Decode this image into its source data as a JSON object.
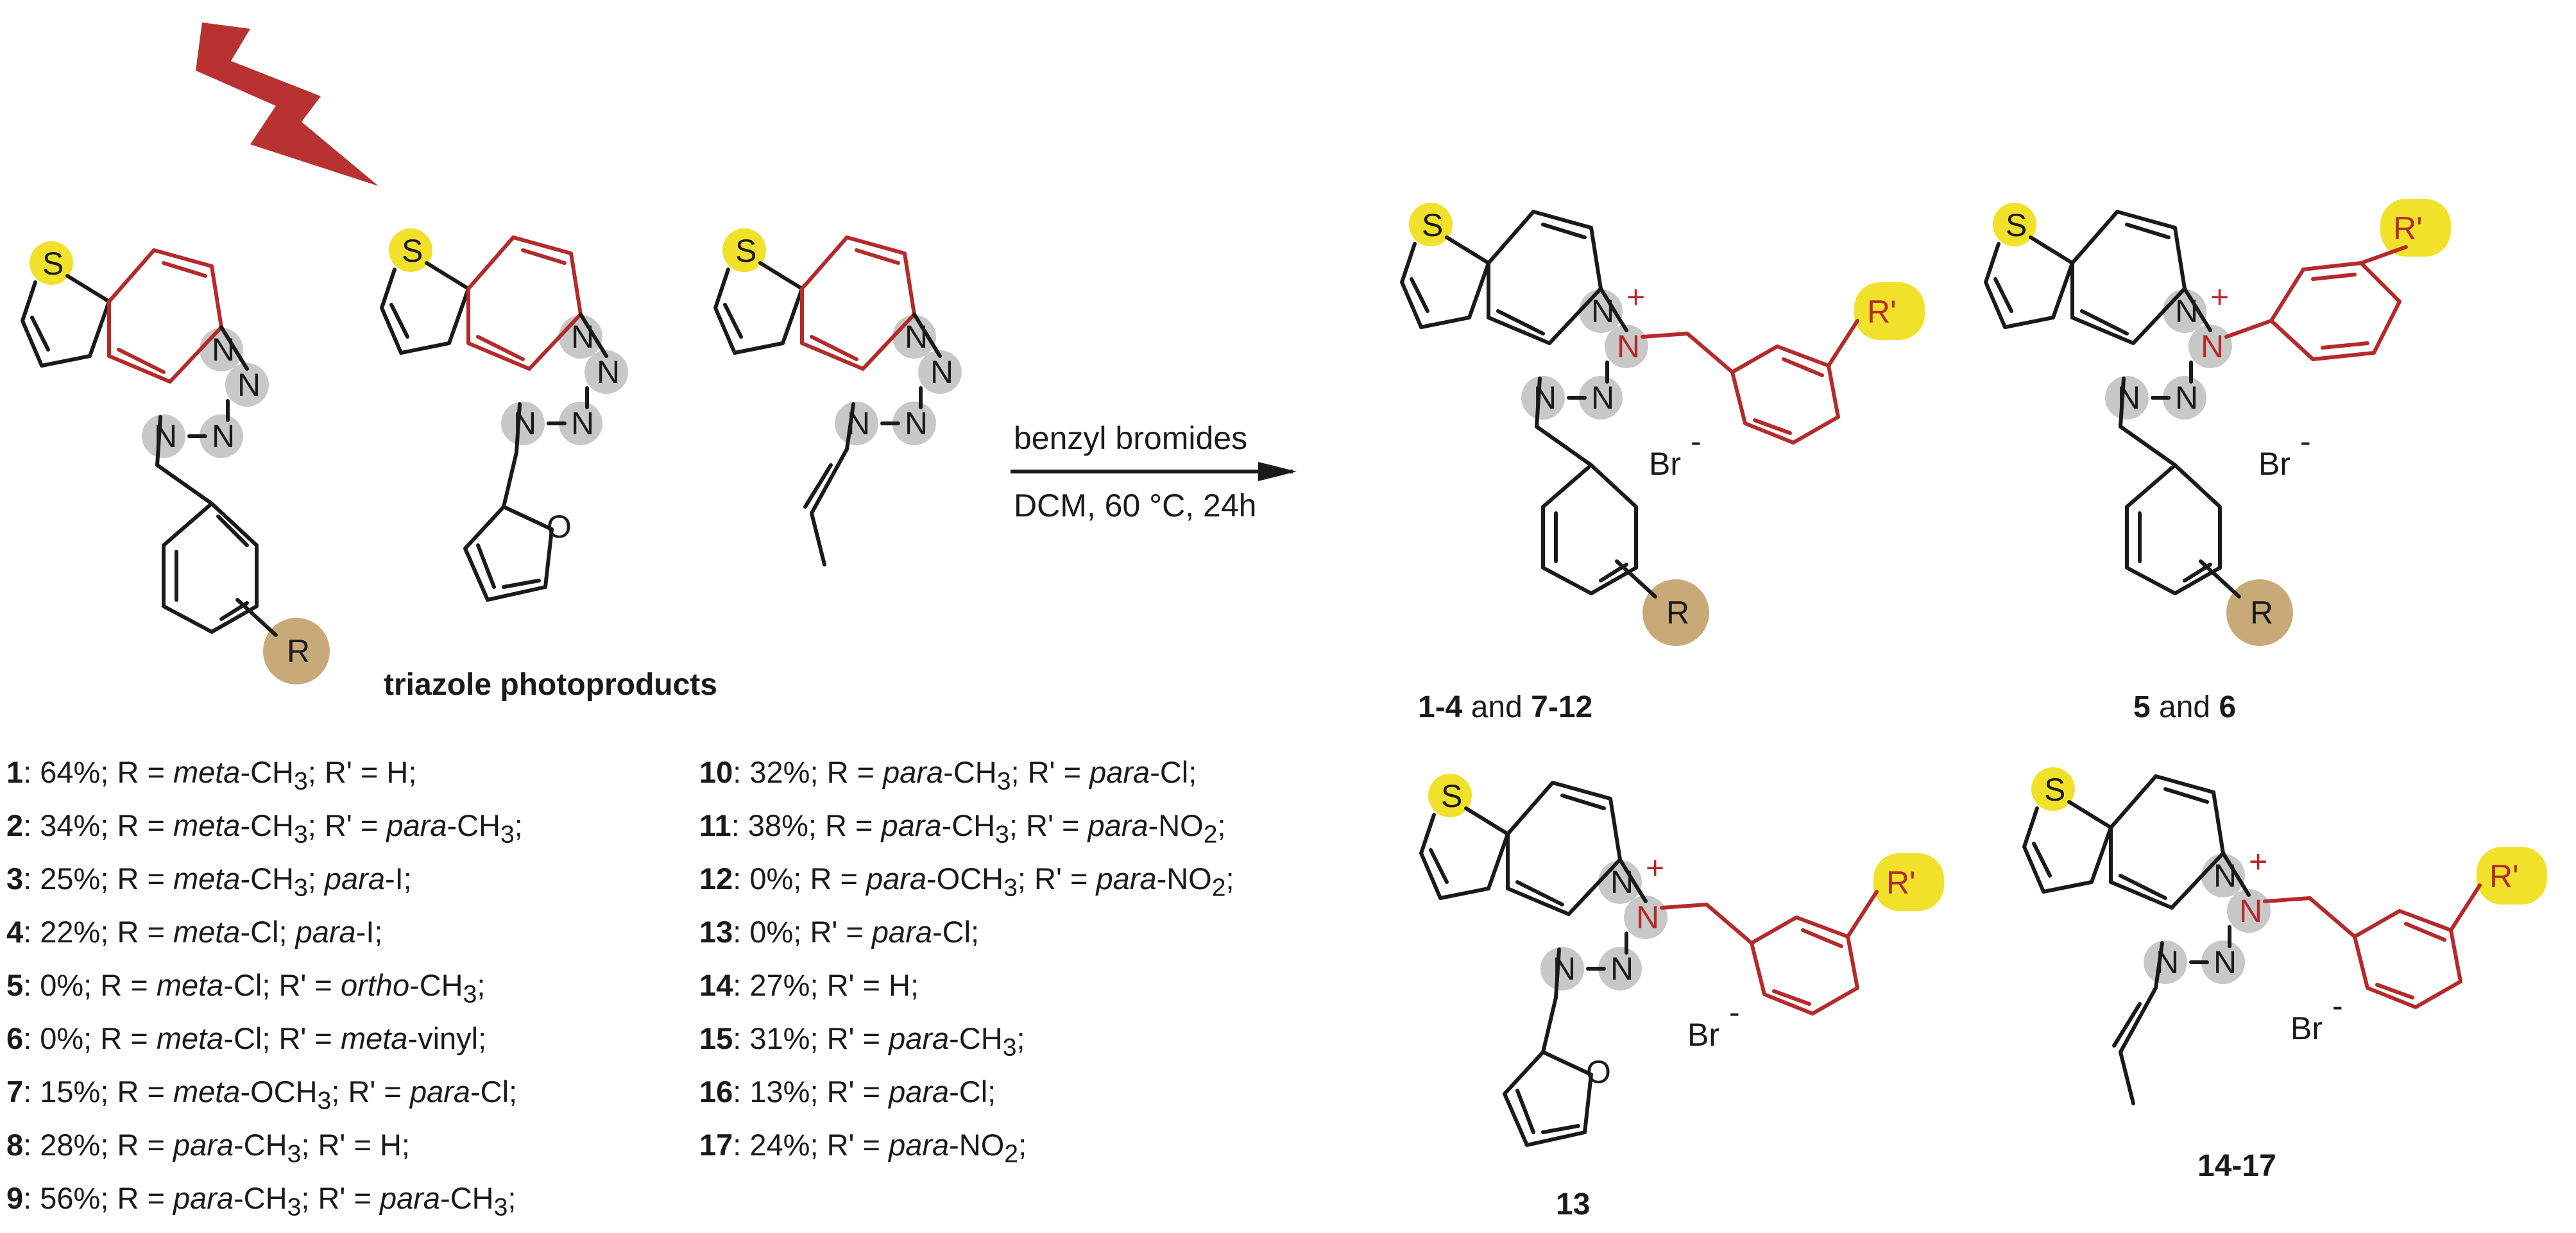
{
  "reaction": {
    "reagent": "benzyl bromides",
    "conditions": "DCM, 60 °C, 24h"
  },
  "atoms": {
    "S": "S",
    "N": "N",
    "O": "O",
    "R": "R",
    "Rp": "R'",
    "Br": "Br",
    "minus": "-",
    "plus": "+"
  },
  "captions": {
    "left_group": "triazole photoproducts",
    "p1_a": "1-4",
    "p1_and": " and ",
    "p1_b": "7-12",
    "p2_a": "5",
    "p2_and": " and ",
    "p2_b": "6",
    "p3": "13",
    "p4": "14-17"
  },
  "results_left": [
    {
      "id": "1",
      "text": ": 64%; R = meta-CH3; R' = H;"
    },
    {
      "id": "2",
      "text": ": 34%; R = meta-CH3; R' = para-CH3;"
    },
    {
      "id": "3",
      "text": ": 25%; R = meta-CH3; para-I;"
    },
    {
      "id": "4",
      "text": ": 22%; R = meta-Cl; para-I;"
    },
    {
      "id": "5",
      "text": ": 0%; R = meta-Cl; R' = ortho-CH3;"
    },
    {
      "id": "6",
      "text": ": 0%; R = meta-Cl; R' = meta-vinyl;"
    },
    {
      "id": "7",
      "text": ": 15%; R = meta-OCH3; R' = para-Cl;"
    },
    {
      "id": "8",
      "text": ": 28%; R = para-CH3; R' = H;"
    },
    {
      "id": "9",
      "text": ": 56%; R = para-CH3; R' = para-CH3;"
    }
  ],
  "results_right": [
    {
      "id": "10",
      "text": ": 32%; R = para-CH3; R' = para-Cl;"
    },
    {
      "id": "11",
      "text": ": 38%; R = para-CH3; R' = para-NO2;"
    },
    {
      "id": "12",
      "text": ": 0%; R = para-OCH3; R' = para-NO2;"
    },
    {
      "id": "13",
      "text": ": 0%; R' = para-Cl;"
    },
    {
      "id": "14",
      "text": ": 27%; R' = H;"
    },
    {
      "id": "15",
      "text": ": 31%; R' = para-CH3;"
    },
    {
      "id": "16",
      "text": ": 13%; R' = para-Cl;"
    },
    {
      "id": "17",
      "text": ": 24%; R' = para-NO2;"
    }
  ],
  "colors": {
    "accent_red": "#b52a2a",
    "bolt_red": "#b83232",
    "sulfur_yellow": "#f2e12a",
    "nitrogen_gray": "#c8c8c8",
    "r_tan": "#c8aa78",
    "ink": "#1a1a1a"
  }
}
